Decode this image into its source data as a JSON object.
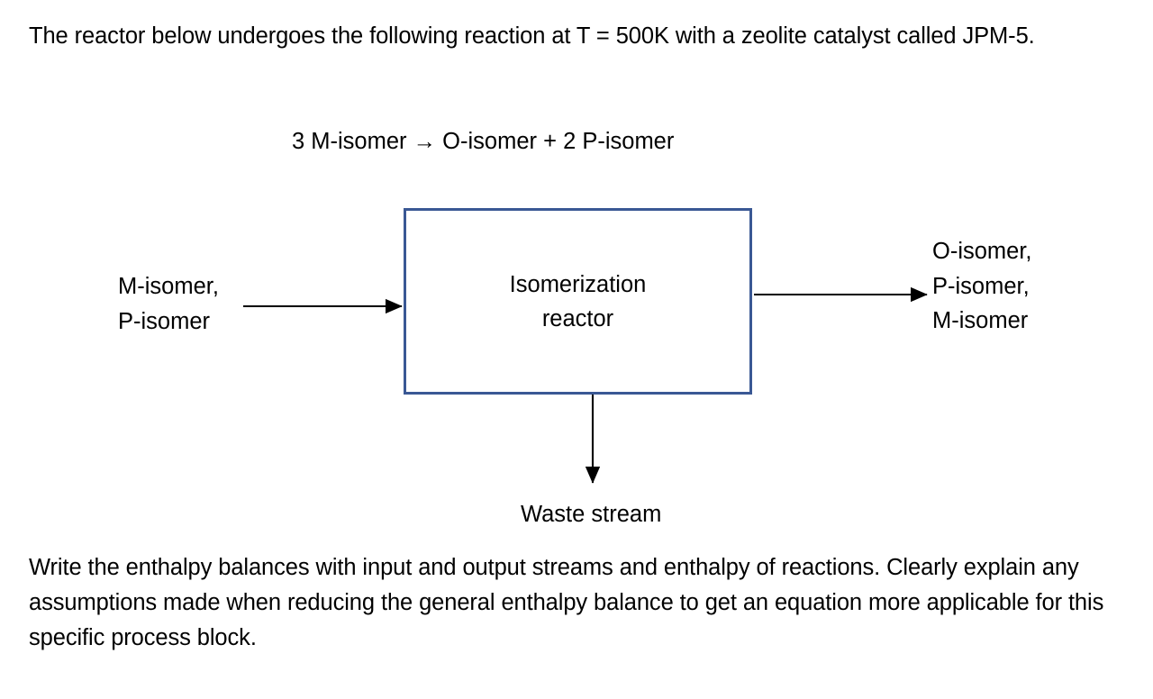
{
  "document": {
    "intro_paragraph": "The reactor below undergoes the following reaction at T = 500K with a zeolite catalyst called JPM-5.",
    "reaction_equation": "3 M-isomer → O-isomer + 2 P-isomer",
    "closing_paragraph": "Write the enthalpy balances with input and output streams and enthalpy of reactions. Clearly explain any assumptions made when reducing the general enthalpy balance to get an equation more applicable for this specific process block."
  },
  "diagram": {
    "block_label": "Isomerization\nreactor",
    "inlet_stream_label": "M-isomer,\nP-isomer",
    "outlet_stream_label": "O-isomer,\nP-isomer,\nM-isomer",
    "waste_stream_label": "Waste stream",
    "colors": {
      "block_border": "#3A5894",
      "block_fill": "#FFFFFF",
      "arrow": "#000000",
      "text": "#000000",
      "page_background": "#FFFFFF"
    }
  }
}
